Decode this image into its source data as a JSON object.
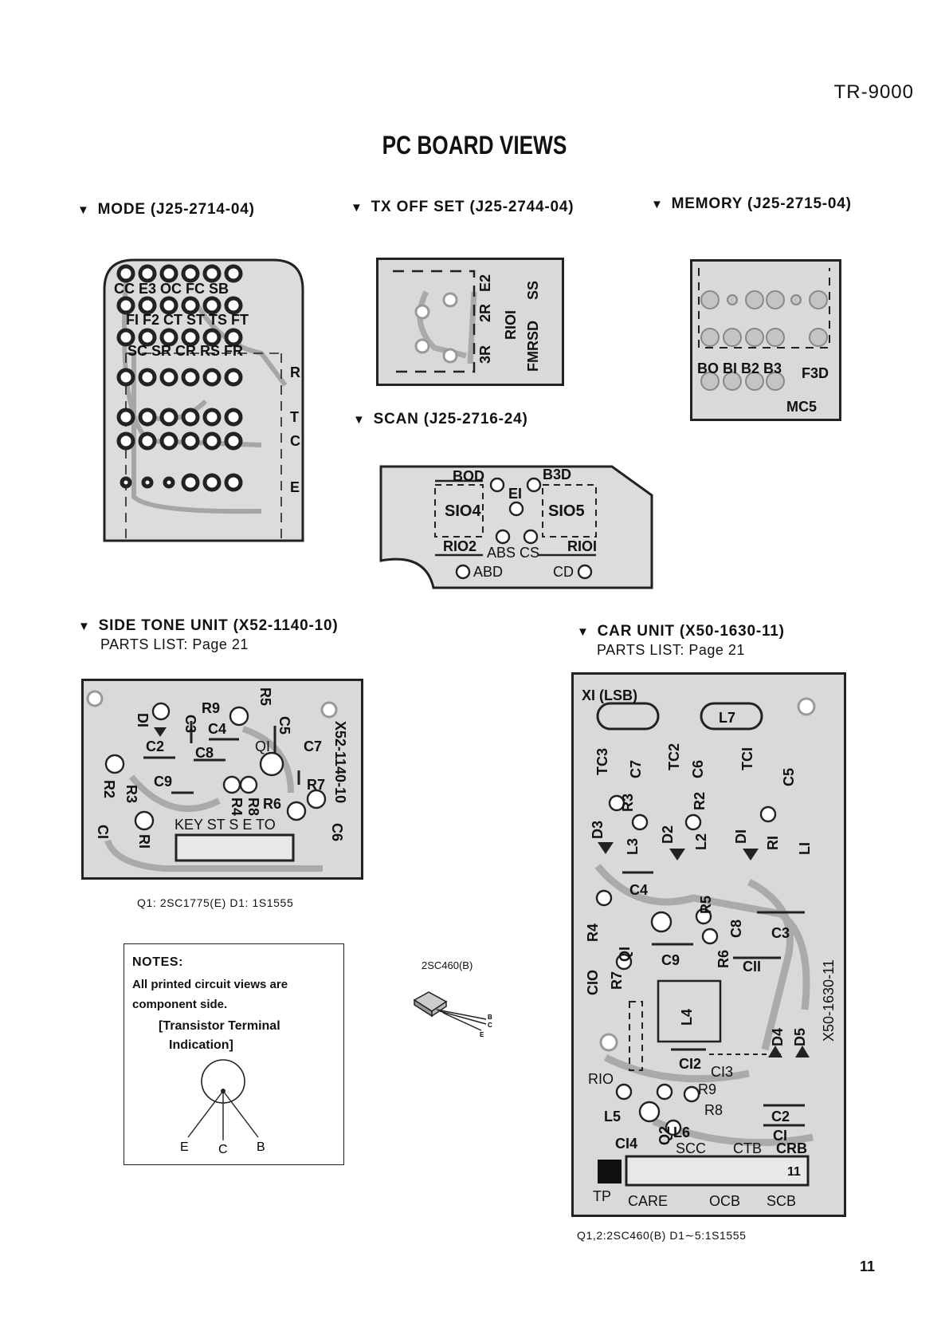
{
  "header": {
    "model": "TR-9000",
    "title": "PC BOARD VIEWS",
    "page_number": "11"
  },
  "sections": {
    "mode": {
      "title": "MODE (J25-2714-04)",
      "pcb_labels": {
        "row1": "CC E3 OC FC  SB",
        "row2": "FI F2 CT ST TS FT",
        "row3": "SC SR CR RS FR",
        "r": "R",
        "t": "T",
        "c": "C",
        "e": "E"
      }
    },
    "tx_offset": {
      "title": "TX OFF SET (J25-2744-04)",
      "pcb_labels": {
        "a": "3R",
        "b": "2R",
        "c": "E2",
        "d": "RIOI",
        "e": "SS",
        "f": "FMRSD"
      }
    },
    "memory": {
      "title": "MEMORY (J25-2715-04)",
      "pcb_labels": {
        "a": "BO BI B2 B3",
        "b": "F3D",
        "c": "MC5"
      }
    },
    "scan": {
      "title": "SCAN (J25-2716-24)",
      "pcb_labels": {
        "bod": "BOD",
        "b3d": "B3D",
        "e1": "EI",
        "s104": "SIO4",
        "s105": "SIO5",
        "r102": "RIO2",
        "abs": "ABS CS",
        "r101": "RIOI",
        "abd": "ABD",
        "cd": "CD"
      }
    },
    "side_tone": {
      "title": "SIDE TONE UNIT (X52-1140-10)",
      "parts_list": "PARTS LIST:   Page 21",
      "caption": "Q1: 2SC1775(E) D1: 1S1555",
      "pcb_labels": {
        "d1": "DI",
        "c3": "C3",
        "r9": "R9",
        "r5": "R5",
        "c4": "C4",
        "c5": "C5",
        "c2": "C2",
        "q1": "QI",
        "c7": "C7",
        "pn": "X52-1140-10",
        "c8": "C8",
        "r2": "R2",
        "r3": "R3",
        "c9": "C9",
        "r4": "R4",
        "r8": "R8",
        "r6": "R6",
        "r7": "R7",
        "r1": "RI",
        "c1": "CI",
        "keys": "KEY ST S E TO",
        "c6": "C6"
      }
    },
    "car_unit": {
      "title": "CAR UNIT (X50-1630-11)",
      "parts_list": "PARTS LIST:   Page 21",
      "caption": "Q1,2:2SC460(B)   D1∼5:1S1555",
      "pcb_labels": {
        "x1": "XI (LSB)",
        "l7": "L7",
        "tc3": "TC3",
        "c7": "C7",
        "tc2": "TC2",
        "c6": "C6",
        "tc1": "TCI",
        "c5": "C5",
        "r3": "R3",
        "r2": "R2",
        "d3": "D3",
        "l3": "L3",
        "d2": "D2",
        "l2": "L2",
        "d1": "DI",
        "r1": "RI",
        "l1": "LI",
        "c4": "C4",
        "r5": "R5",
        "r4": "R4",
        "c8": "C8",
        "c3": "C3",
        "q1": "QI",
        "c9": "C9",
        "r6": "R6",
        "c10": "CIO",
        "r7": "R7",
        "c11": "CII",
        "l4": "L4",
        "pn": "X50-1630-11",
        "d4": "D4",
        "d5": "D5",
        "c12": "CI2",
        "c13": "CI3",
        "r10": "RIO",
        "r9": "R9",
        "r8": "R8",
        "l5": "L5",
        "q2": "Q2",
        "l6": "L6",
        "c2": "C2",
        "c1": "CI",
        "c14": "CI4",
        "scc": "SCC",
        "ctb": "CTB",
        "crb": "CRB",
        "n11": "11",
        "tp": "TP",
        "care": "CARE",
        "ocb": "OCB",
        "scb": "SCB"
      }
    }
  },
  "transistor_caption": "2SC460(B)",
  "transistor_pins": {
    "b": "B",
    "c": "C",
    "e": "E"
  },
  "notes": {
    "title": "NOTES:",
    "body": "All printed circuit views are component side.",
    "sub1": "[Transistor Terminal",
    "sub2": "Indication]",
    "pins": {
      "e": "E",
      "c": "C",
      "b": "B"
    }
  }
}
